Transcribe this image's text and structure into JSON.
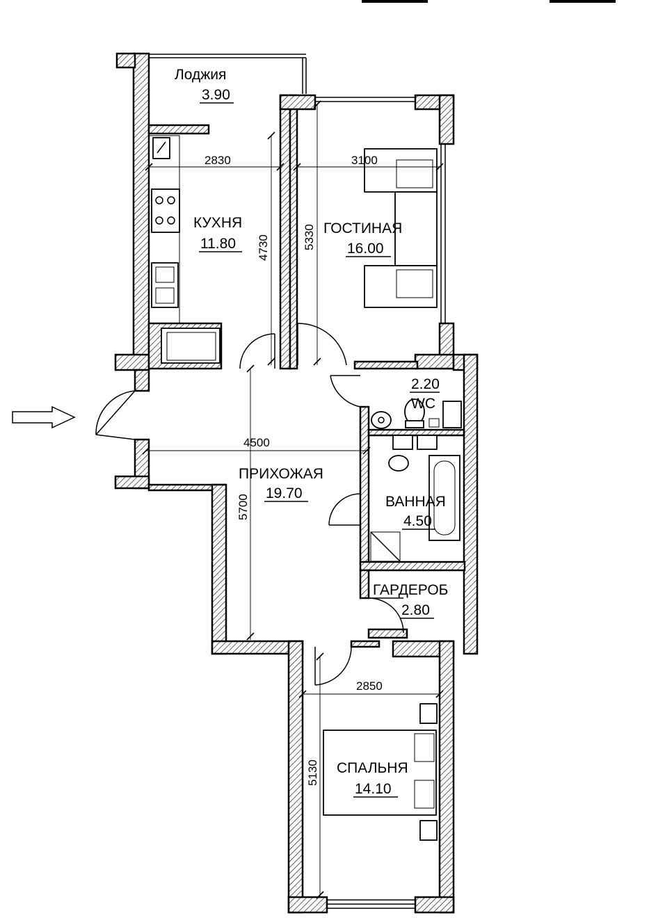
{
  "rooms": {
    "loggia": {
      "name": "Лоджия",
      "area": "3.90"
    },
    "kitchen": {
      "name": "КУХНЯ",
      "area": "11.80"
    },
    "living": {
      "name": "ГОСТИНАЯ",
      "area": "16.00"
    },
    "wc": {
      "name": "WC",
      "area": "2.20"
    },
    "hall": {
      "name": "ПРИХОЖАЯ",
      "area": "19.70"
    },
    "bath": {
      "name": "ВАННАЯ",
      "area": "4.50"
    },
    "wardrobe": {
      "name": "ГАРДЕРОБ",
      "area": "2.80"
    },
    "bedroom": {
      "name": "СПАЛЬНЯ",
      "area": "14.10"
    }
  },
  "dimensions": {
    "kitchen_width": "2830",
    "kitchen_depth": "4730",
    "living_width": "3100",
    "living_depth": "5330",
    "hall_width": "4500",
    "hall_depth": "5700",
    "bedroom_width": "2850",
    "bedroom_depth": "5130"
  },
  "icons": {
    "entrance": "entrance-arrow-icon"
  }
}
